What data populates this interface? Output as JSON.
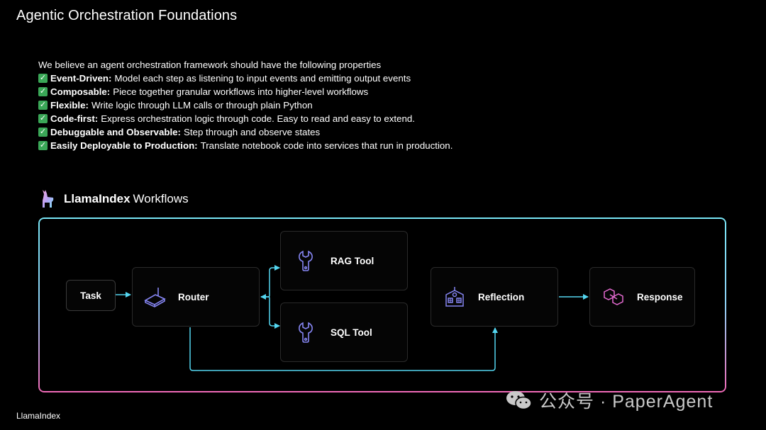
{
  "title": "Agentic Orchestration Foundations",
  "properties": {
    "intro": "We believe an agent orchestration framework should have the following properties",
    "items": [
      {
        "label": "Event-Driven:",
        "text": "Model each step as listening to input events and emitting output events"
      },
      {
        "label": "Composable:",
        "text": "Piece together granular workflows into higher-level workflows"
      },
      {
        "label": "Flexible:",
        "text": "Write logic through LLM calls or through plain Python"
      },
      {
        "label": "Code-first:",
        "text": "Express orchestration logic through code. Easy to read and easy to extend."
      },
      {
        "label": "Debuggable and Observable:",
        "text": "Step through and observe states"
      },
      {
        "label": "Easily Deployable to Production:",
        "text": "Translate notebook code into services that run in production."
      }
    ],
    "check_icon": "white-check-mark-emoji",
    "check_color": "#3aa757"
  },
  "brand": {
    "name": "LlamaIndex",
    "product": "Workflows",
    "logo_icon": "llama-icon"
  },
  "diagram": {
    "nodes": {
      "task": "Task",
      "router": "Router",
      "rag_tool": "RAG Tool",
      "sql_tool": "SQL Tool",
      "reflection": "Reflection",
      "response": "Response"
    },
    "icons": {
      "router": "router-icon",
      "rag_tool": "wrench-icon",
      "sql_tool": "wrench-icon",
      "reflection": "building-icon",
      "response": "link-icon"
    },
    "edges": [
      {
        "from": "Task",
        "to": "Router"
      },
      {
        "from": "Router",
        "to": "RAG Tool"
      },
      {
        "from": "Router",
        "to": "SQL Tool"
      },
      {
        "from": "Router",
        "to": "Reflection"
      },
      {
        "from": "Reflection",
        "to": "Response"
      }
    ],
    "colors": {
      "accent": "#54d6f0",
      "frame_top": "#79e6f7",
      "frame_bottom": "#f06ab7",
      "tool_icon": "#7f7ff0"
    }
  },
  "footer": {
    "brand": "LlamaIndex"
  },
  "watermark": {
    "text": "公众号 · PaperAgent",
    "icon": "wechat-icon"
  }
}
